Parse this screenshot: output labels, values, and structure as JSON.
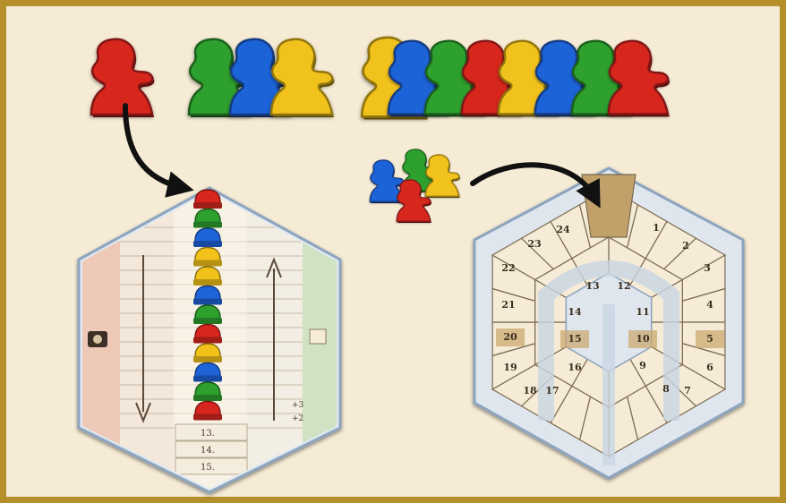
{
  "colors": {
    "red": "#d7261e",
    "green": "#2ea02e",
    "blue": "#1f63d8",
    "yellow": "#f2c21b",
    "frame": "#b58f2a",
    "parchment": "#f6ecd6"
  },
  "groups": {
    "single": [
      "red"
    ],
    "triple": [
      "green",
      "blue",
      "yellow"
    ],
    "row_of_eight": [
      "yellow",
      "blue",
      "green",
      "red",
      "yellow",
      "blue",
      "green",
      "red"
    ],
    "cluster": [
      "blue",
      "green",
      "yellow",
      "red"
    ]
  },
  "track_stack": [
    "red",
    "green",
    "blue",
    "yellow",
    "yellow",
    "blue",
    "green",
    "red",
    "yellow",
    "blue",
    "green",
    "red"
  ],
  "track_board": {
    "bottom_labels": [
      "13.",
      "14.",
      "15."
    ],
    "icons": [
      "arrow-down-icon",
      "arrow-up-icon",
      "camera-icon"
    ]
  },
  "spiral_board": {
    "numbers": [
      "1",
      "2",
      "3",
      "4",
      "5",
      "6",
      "7",
      "8",
      "9",
      "10",
      "11",
      "12",
      "13",
      "14",
      "15",
      "16",
      "17",
      "18",
      "19",
      "20",
      "21",
      "22",
      "23",
      "24"
    ],
    "highlighted": [
      "5",
      "10",
      "15",
      "20"
    ]
  }
}
